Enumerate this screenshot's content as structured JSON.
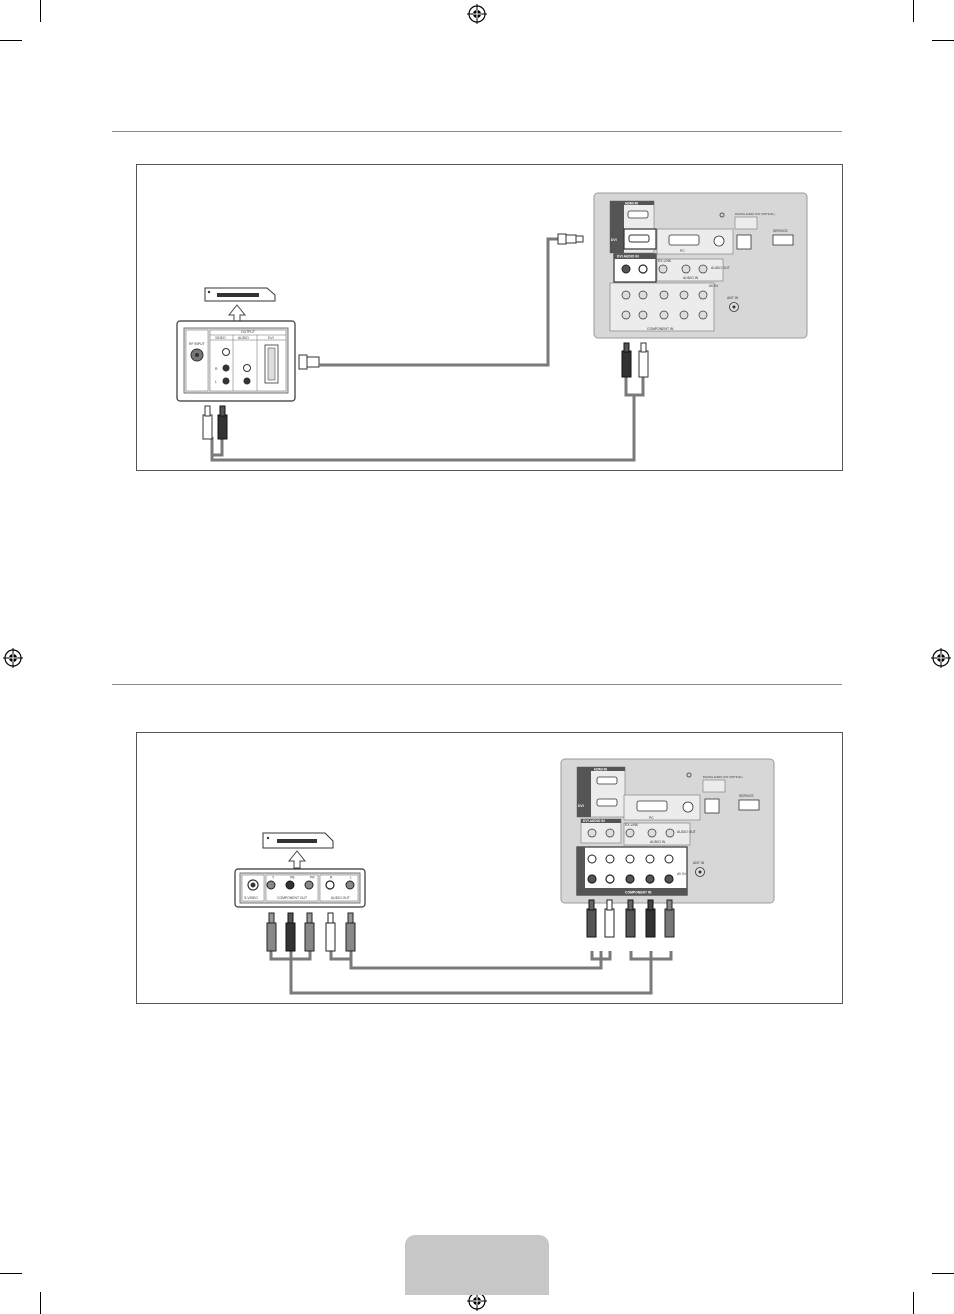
{
  "page": {
    "colors": {
      "panel": "#d7d7d7",
      "cable": "#7a7a7a",
      "rule": "#8a8a8a",
      "page_tab": "#c7c7c7"
    }
  },
  "figure1": {
    "source_device": {
      "labels": {
        "rf_input": "RF INPUT",
        "output": "OUTPUT",
        "video": "VIDEO",
        "audio": "AUDIO",
        "dvi": "DVI",
        "r": "R",
        "l": "L"
      }
    },
    "tv_panel": {
      "labels": {
        "hdmi_in": "HDMI IN",
        "dvi": "DVI",
        "dvi_audio_in": "DVI AUDIO IN",
        "pc": "PC",
        "ex_link": "EX-LINK",
        "audio_in": "AUDIO IN",
        "digital_audio_out": "DIGITAL AUDIO OUT (OPTICAL)",
        "service": "SERVICE",
        "ant_in": "ANT IN",
        "component_in": "COMPONENT IN",
        "av_in": "AV IN",
        "audio_out": "AUDIO OUT"
      }
    }
  },
  "figure2": {
    "source_device": {
      "labels": {
        "s_video": "S-VIDEO",
        "component_out": "COMPONENT OUT",
        "audio_out": "AUDIO OUT",
        "y": "Y",
        "pb": "PB",
        "pr": "PR",
        "r": "R",
        "l": "L"
      }
    },
    "tv_panel": {
      "labels": {
        "hdmi_in": "HDMI IN",
        "dvi": "DVI",
        "dvi_audio_in": "DVI AUDIO IN",
        "pc": "PC",
        "ex_link": "EX-LINK",
        "audio_in": "AUDIO IN",
        "digital_audio_out": "DIGITAL AUDIO OUT (OPTICAL)",
        "service": "SERVICE",
        "ant_in": "ANT IN",
        "component_in": "COMPONENT IN",
        "av_in": "AV IN",
        "audio_out": "AUDIO OUT"
      }
    }
  }
}
